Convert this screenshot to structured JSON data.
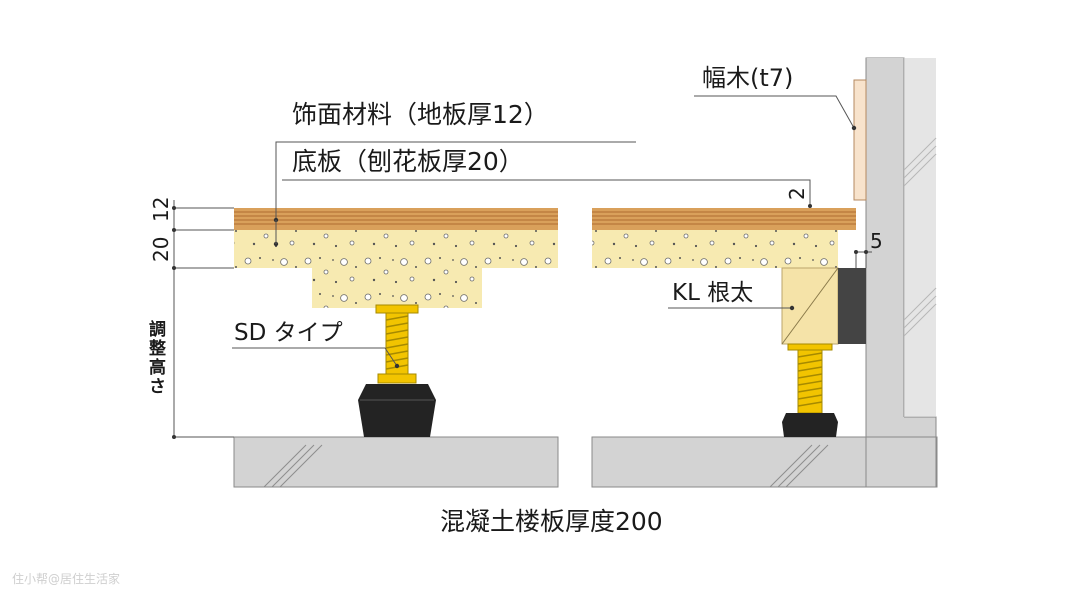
{
  "labels": {
    "finish_material": "饰面材料（地板厚12）",
    "subfloor": "底板（刨花板厚20）",
    "baseboard": "幅木(t7)",
    "kl_joist": "KL 根太",
    "sd_type": "SD タイプ",
    "slab": "混凝土楼板厚度200",
    "adjust_height": "調整高さ"
  },
  "dimensions": {
    "finish_thickness": "12",
    "subfloor_thickness": "20",
    "gap_top": "2",
    "gap_side": "5"
  },
  "watermark": "住小帮@居住生活家",
  "colors": {
    "wood_top": "#d9a05b",
    "wood_stripe": "#b7773a",
    "particle_board": "#f7eab1",
    "joist": "#f5e3a8",
    "brass": "#f2c400",
    "rubber_foot": "#222222",
    "concrete": "#d3d3d3",
    "line": "#555555"
  }
}
